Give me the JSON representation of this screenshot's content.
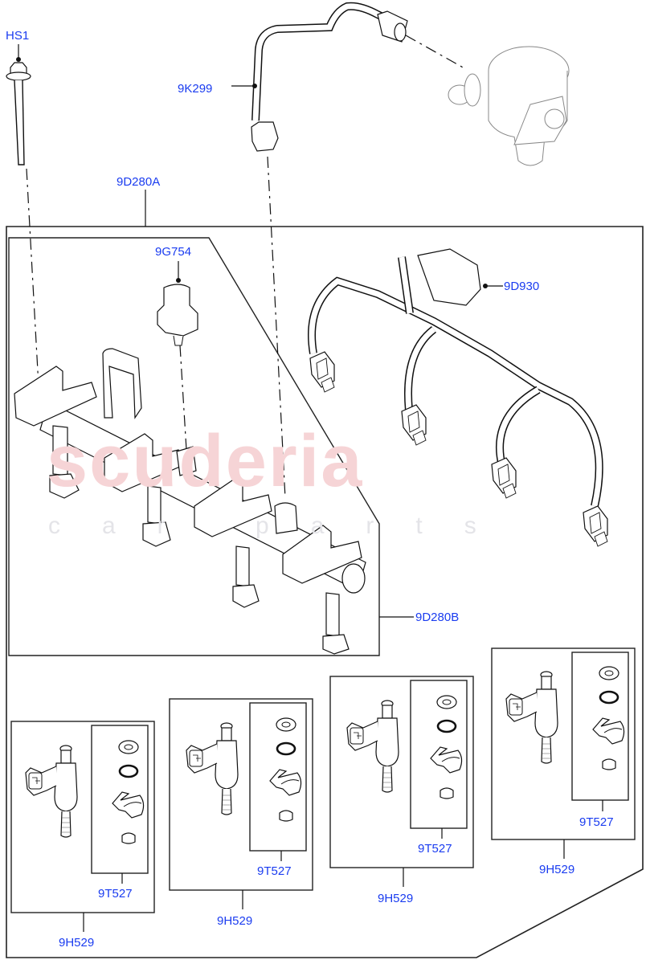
{
  "diagram": {
    "type": "exploded parts diagram",
    "subject": "Fuel rail, fuel injectors, high-pressure fuel line and injector wiring harness",
    "watermark": {
      "main": "scuderia",
      "sub": "car parts",
      "main_color": "#f6d4d6",
      "sub_color": "#e4e4e8"
    },
    "label_color": "#1a3cf0",
    "line_color": "#111111"
  },
  "callouts": [
    {
      "id": "hs1",
      "label": "HS1",
      "part": "Fuel rail bolt"
    },
    {
      "id": "9k299",
      "label": "9K299",
      "part": "High pressure fuel line"
    },
    {
      "id": "9d280a",
      "label": "9D280A",
      "part": "Fuel rail assembly (outer group)"
    },
    {
      "id": "9g754",
      "label": "9G754",
      "part": "Fuel pressure sensor"
    },
    {
      "id": "9d930",
      "label": "9D930",
      "part": "Injector wiring harness"
    },
    {
      "id": "9d280b",
      "label": "9D280B",
      "part": "Fuel rail (inner group)"
    },
    {
      "id": "9t527_1",
      "label": "9T527",
      "part": "Injector seal kit"
    },
    {
      "id": "9h529_1",
      "label": "9H529",
      "part": "Fuel injector"
    },
    {
      "id": "9t527_2",
      "label": "9T527",
      "part": "Injector seal kit"
    },
    {
      "id": "9h529_2",
      "label": "9H529",
      "part": "Fuel injector"
    },
    {
      "id": "9t527_3",
      "label": "9T527",
      "part": "Injector seal kit"
    },
    {
      "id": "9h529_3",
      "label": "9H529",
      "part": "Fuel injector"
    },
    {
      "id": "9t527_4",
      "label": "9T527",
      "part": "Injector seal kit"
    },
    {
      "id": "9h529_4",
      "label": "9H529",
      "part": "Fuel injector"
    }
  ],
  "injector_kits": [
    {
      "injector_label": "9H529",
      "seal_kit_label": "9T527"
    },
    {
      "injector_label": "9H529",
      "seal_kit_label": "9T527"
    },
    {
      "injector_label": "9H529",
      "seal_kit_label": "9T527"
    },
    {
      "injector_label": "9H529",
      "seal_kit_label": "9T527"
    }
  ]
}
